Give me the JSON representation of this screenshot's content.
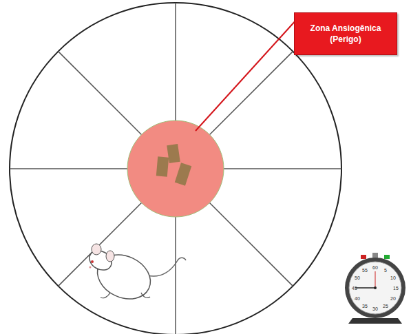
{
  "diagram": {
    "nodes": [
      {
        "text": [
          "Zona Ansiogênica (Perigo)"
        ]
      }
    ],
    "labels": [
      "60",
      "5",
      "10",
      "15",
      "20",
      "25",
      "30",
      "35",
      "40",
      "45",
      "50",
      "55"
    ]
  }
}
